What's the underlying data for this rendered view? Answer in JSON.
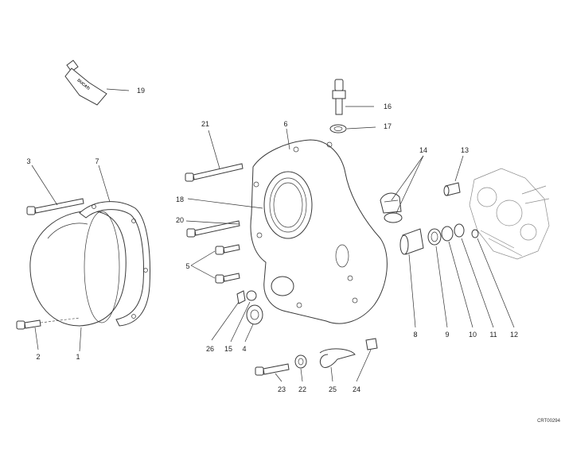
{
  "diagram": {
    "reference_code": "CRT00294",
    "callouts": [
      {
        "id": "c1",
        "label": "1"
      },
      {
        "id": "c2",
        "label": "2"
      },
      {
        "id": "c3",
        "label": "3"
      },
      {
        "id": "c4",
        "label": "4"
      },
      {
        "id": "c5",
        "label": "5"
      },
      {
        "id": "c6",
        "label": "6"
      },
      {
        "id": "c7",
        "label": "7"
      },
      {
        "id": "c8",
        "label": "8"
      },
      {
        "id": "c9",
        "label": "9"
      },
      {
        "id": "c10",
        "label": "10"
      },
      {
        "id": "c11",
        "label": "11"
      },
      {
        "id": "c12",
        "label": "12"
      },
      {
        "id": "c13",
        "label": "13"
      },
      {
        "id": "c14",
        "label": "14"
      },
      {
        "id": "c15",
        "label": "15"
      },
      {
        "id": "c16",
        "label": "16"
      },
      {
        "id": "c17",
        "label": "17"
      },
      {
        "id": "c18",
        "label": "18"
      },
      {
        "id": "c19",
        "label": "19"
      },
      {
        "id": "c20",
        "label": "20"
      },
      {
        "id": "c21",
        "label": "21"
      },
      {
        "id": "c22",
        "label": "22"
      },
      {
        "id": "c23",
        "label": "23"
      },
      {
        "id": "c24",
        "label": "24"
      },
      {
        "id": "c25",
        "label": "25"
      },
      {
        "id": "c26",
        "label": "26"
      }
    ],
    "sealant_tube_text": "DUCATI"
  }
}
